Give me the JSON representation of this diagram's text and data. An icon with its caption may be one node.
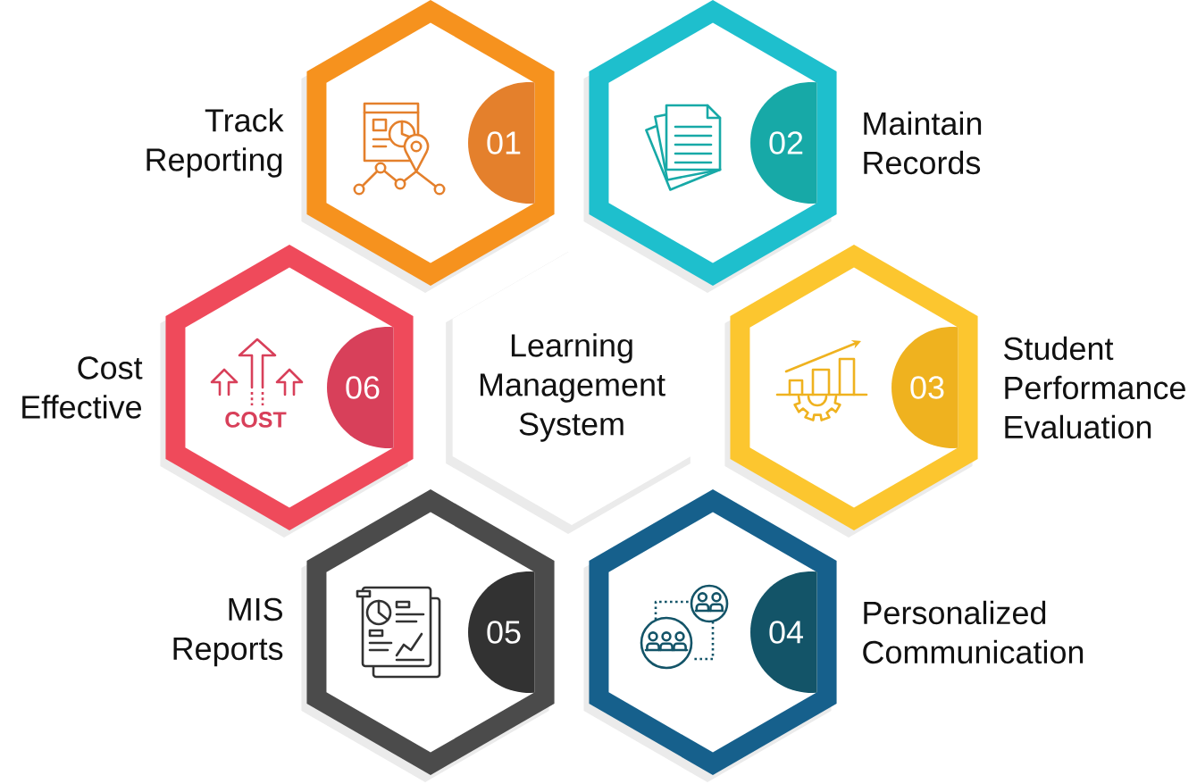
{
  "diagram": {
    "nodes": [
      {
        "text": [
          "Learning Management System"
        ]
      },
      {
        "text": [
          "Track Reporting"
        ]
      },
      {
        "text": [
          "01"
        ],
        "in": 1
      },
      {
        "text": [
          "Maintain Records"
        ]
      },
      {
        "text": [
          "02"
        ],
        "in": 3
      },
      {
        "text": [
          "Student Performance Evaluation"
        ]
      },
      {
        "text": [
          "03"
        ],
        "in": 5
      },
      {
        "text": [
          "Personalized Communication"
        ]
      },
      {
        "text": [
          "04"
        ],
        "in": 7
      },
      {
        "text": [
          "MIS Reports"
        ]
      },
      {
        "text": [
          "05"
        ],
        "in": 9
      },
      {
        "text": [
          "Cost Effective"
        ]
      },
      {
        "text": [
          "06"
        ],
        "in": 11
      }
    ],
    "labels": [
      "COST"
    ]
  }
}
